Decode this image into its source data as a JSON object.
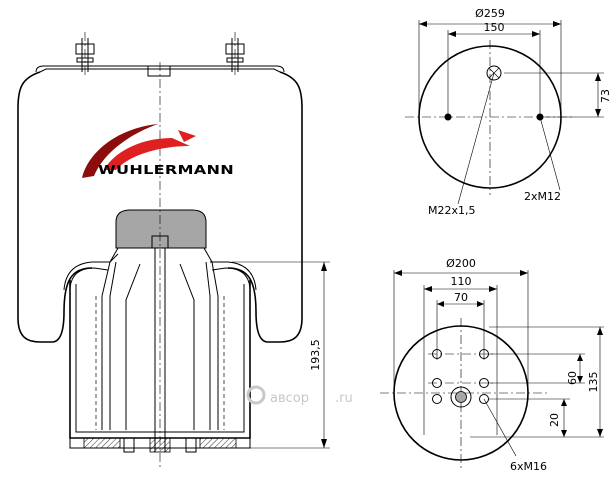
{
  "brand": {
    "name": "WUHLERMANN"
  },
  "watermark": {
    "text": "авсор",
    "suffix": ".ru"
  },
  "side_view": {
    "height_label": "193,5"
  },
  "top_view": {
    "diameter_label": "Ø259",
    "spacing_label": "150",
    "offset_label": "73",
    "air_fitting_label": "M22x1,5",
    "studs_label": "2xM12"
  },
  "bottom_view": {
    "diameter_label": "Ø200",
    "outer_spacing_label": "110",
    "inner_spacing_label": "70",
    "vertical_outer_label": "135",
    "vertical_inner_label": "60",
    "vertical_offset_label": "20",
    "bolts_label": "6xM16"
  },
  "colors": {
    "line": "#000000",
    "piston_fill": "#a6a6a6",
    "swoosh_dark": "#8b0d0d",
    "swoosh_light": "#e02020",
    "watermark": "#c8c8c8"
  }
}
